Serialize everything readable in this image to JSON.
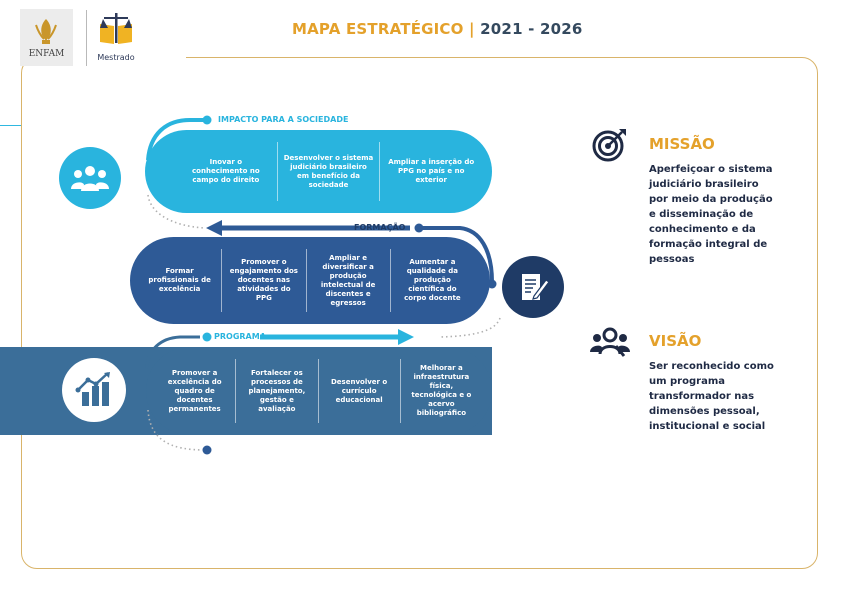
{
  "header": {
    "logo_enfam": "ENFAM",
    "logo_mestrado": "Mestrado",
    "title_main": "MAPA ESTRATÉGICO",
    "title_sep": "|",
    "title_years": "2021 - 2026"
  },
  "sections": {
    "impacto": {
      "label": "IMPACTO PARA A SOCIEDADE",
      "items": [
        "Inovar o conhecimento no campo do direito",
        "Desenvolver o sistema judiciário brasileiro em benefício da sociedade",
        "Ampliar a inserção do PPG no país e no exterior"
      ]
    },
    "formacao": {
      "label": "FORMAÇÃO",
      "items": [
        "Formar profissionais de excelência",
        "Promover o engajamento dos docentes nas atividades do PPG",
        "Ampliar e diversificar a produção intelectual de discentes e egressos",
        "Aumentar a qualidade da produção científica do corpo docente"
      ]
    },
    "programa": {
      "label": "PROGRAMA",
      "items": [
        "Promover a excelência do quadro de docentes permanentes",
        "Fortalecer os processos de planejamento, gestão e avaliação",
        "Desenvolver o currículo educacional",
        "Melhorar a infraestrutura física, tecnológica e o acervo bibliográfico"
      ]
    }
  },
  "missao": {
    "title": "MISSÃO",
    "text": "Aperfeiçoar o sistema judiciário brasileiro por meio da produção e disseminação de conhecimento e da formação integral de pessoas"
  },
  "visao": {
    "title": "VISÃO",
    "text": "Ser reconhecido como um programa transformador nas dimensões pessoal, institucional e social"
  },
  "colors": {
    "gold": "#e4a12b",
    "light_blue": "#29b4de",
    "dark_blue": "#2e5a96",
    "steel_blue": "#3b6e99",
    "navy": "#1f3b66"
  },
  "icons": [
    "enfam-logo-icon",
    "scales-book-icon",
    "people-group-icon",
    "document-pen-icon",
    "growth-chart-icon",
    "target-icon",
    "vision-people-icon"
  ]
}
